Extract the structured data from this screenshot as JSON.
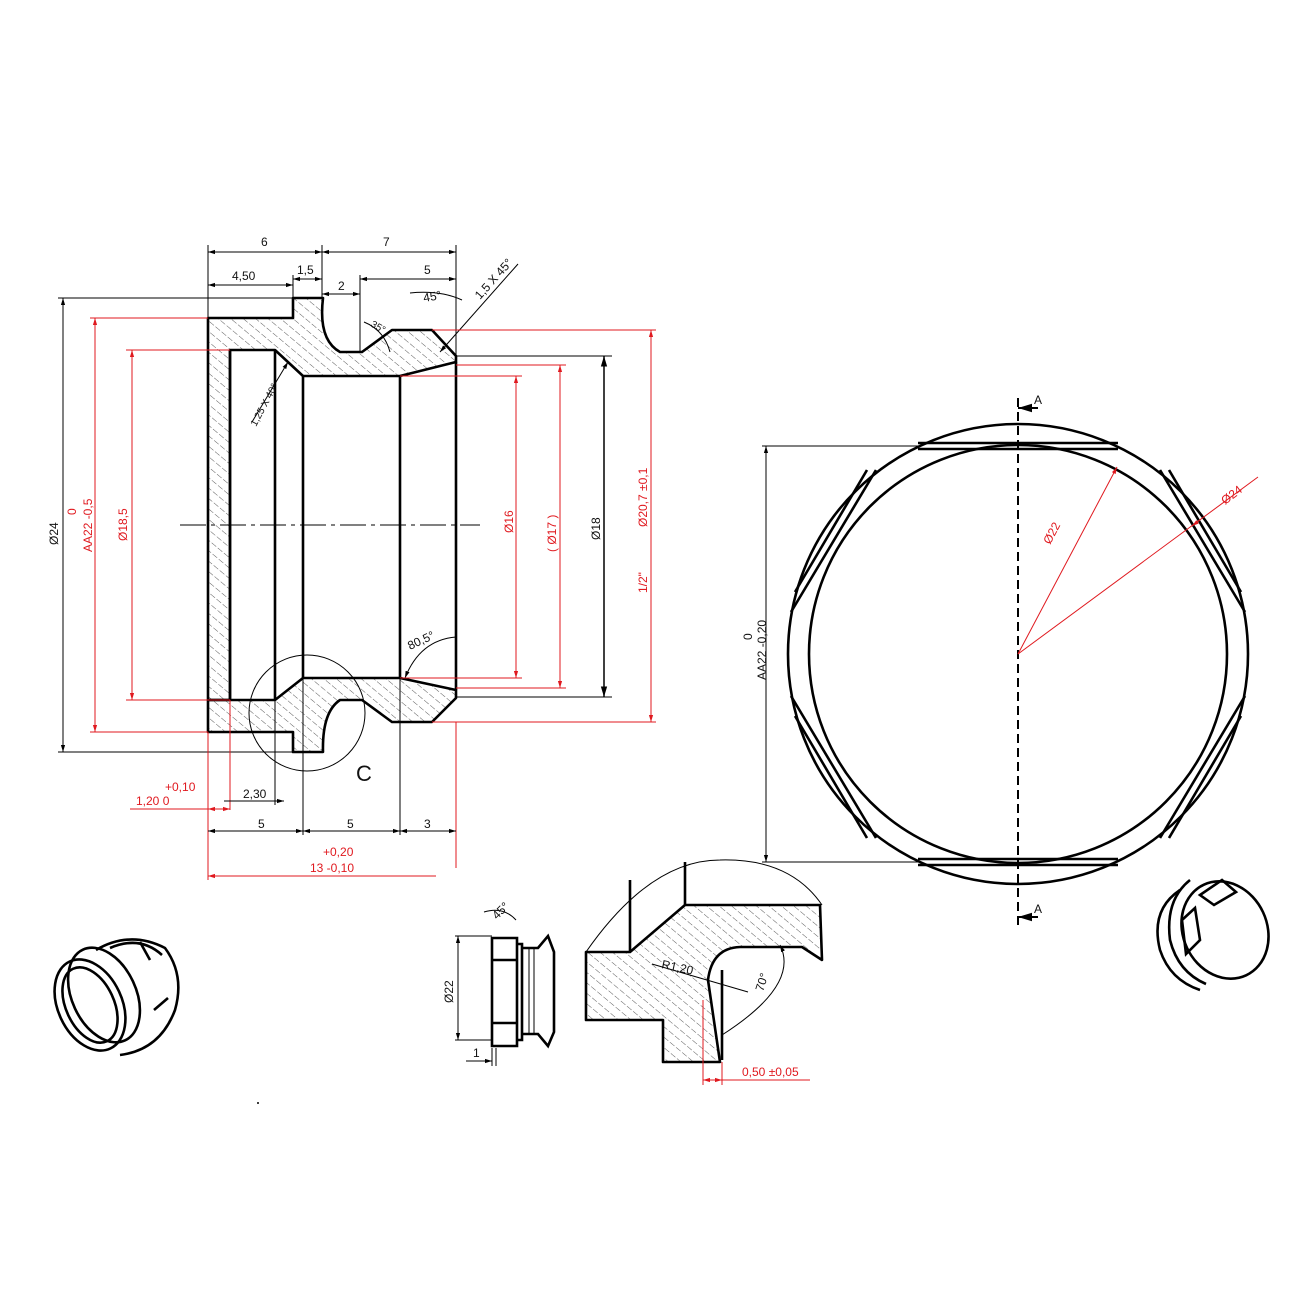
{
  "drawing": {
    "title": "Threaded plug adapter technical drawing",
    "colors": {
      "line": "#000000",
      "dimension_red": "#e0191f",
      "background": "#ffffff"
    },
    "section_view": {
      "top_dims": {
        "d6": "6",
        "d7": "7",
        "d4_50": "4,50",
        "d1_5": "1,5",
        "d2": "2",
        "d5": "5"
      },
      "angles": {
        "a45": "45°",
        "a35": "35°",
        "chamfer": "1,5 X 45°",
        "chamfer_inner": "1,25 X 40°",
        "a80_5": "80,5°"
      },
      "left_dims": {
        "phi24": "Ø24",
        "aa22_top": "0",
        "aa22": "AA22 -0,5",
        "phi18_5": "Ø18,5"
      },
      "right_dims": {
        "phi16": "Ø16",
        "phi17": "( Ø17 )",
        "phi18": "Ø18",
        "phi20_7": "Ø20,7 ±0,1",
        "thread": "1/2\""
      },
      "bottom_dims": {
        "tol_top": "+0,10",
        "tol_val": "1,20  0",
        "d2_30": "2,30",
        "b5a": "5",
        "b5b": "5",
        "b3": "3",
        "total_tol": "+0,20",
        "total": "13 -0,10"
      },
      "detail_label": "C"
    },
    "front_view": {
      "section_top": "A",
      "section_bottom": "A",
      "phi22": "Ø22",
      "phi24": "Ø24",
      "aa22_top": "0",
      "aa22": "AA22 -0,20"
    },
    "side_view": {
      "angle": "45°",
      "phi22": "Ø22",
      "width": "1"
    },
    "detail_view": {
      "radius": "R1,20",
      "angle": "70°",
      "tolerance": "0,50 ±0,05"
    }
  }
}
